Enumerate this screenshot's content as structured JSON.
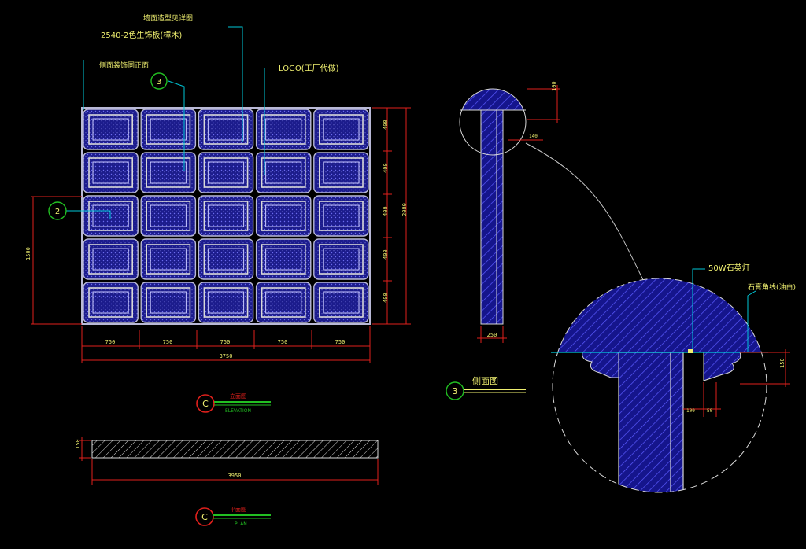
{
  "colors": {
    "background": "#000000",
    "panel_frame": "#b9b9d6",
    "panel_fill": "#1c1c8c",
    "dimension": "#e0201c",
    "leader": "#00c8d8",
    "text": "#f0f070",
    "callout": "#22c022",
    "hatch": "#3a3ad8",
    "wall": "#1a1aa0"
  },
  "elevation": {
    "label_top": "墙面造型见详图",
    "label_material": "2540-2色生饰板(樟木)",
    "label_left": "侧面装饰同正面",
    "label_logo": "LOGO(工厂代做)",
    "callout_3": "3",
    "callout_2": "2",
    "right_dims": [
      "400",
      "400",
      "400",
      "400",
      "400"
    ],
    "right_total": "2000",
    "left_dim": "1500",
    "bottom_dims": [
      "750",
      "750",
      "750",
      "750",
      "750"
    ],
    "bottom_total": "3750",
    "title_cn": "立面图",
    "title_en": "ELEVATION",
    "title_symbol": "C"
  },
  "plan": {
    "thickness": "150",
    "length": "3950",
    "title_cn": "平面图",
    "title_en": "PLAN",
    "title_symbol": "C"
  },
  "section": {
    "dim_top": "100",
    "dim_small": "140",
    "dim_bottom": "250",
    "title_cn": "侧面图",
    "callout_3": "3"
  },
  "detail": {
    "label_light": "50W石英灯",
    "label_line": "石膏角线(油白)",
    "dim_right": "150",
    "dim_a": "100",
    "dim_b": "50"
  }
}
